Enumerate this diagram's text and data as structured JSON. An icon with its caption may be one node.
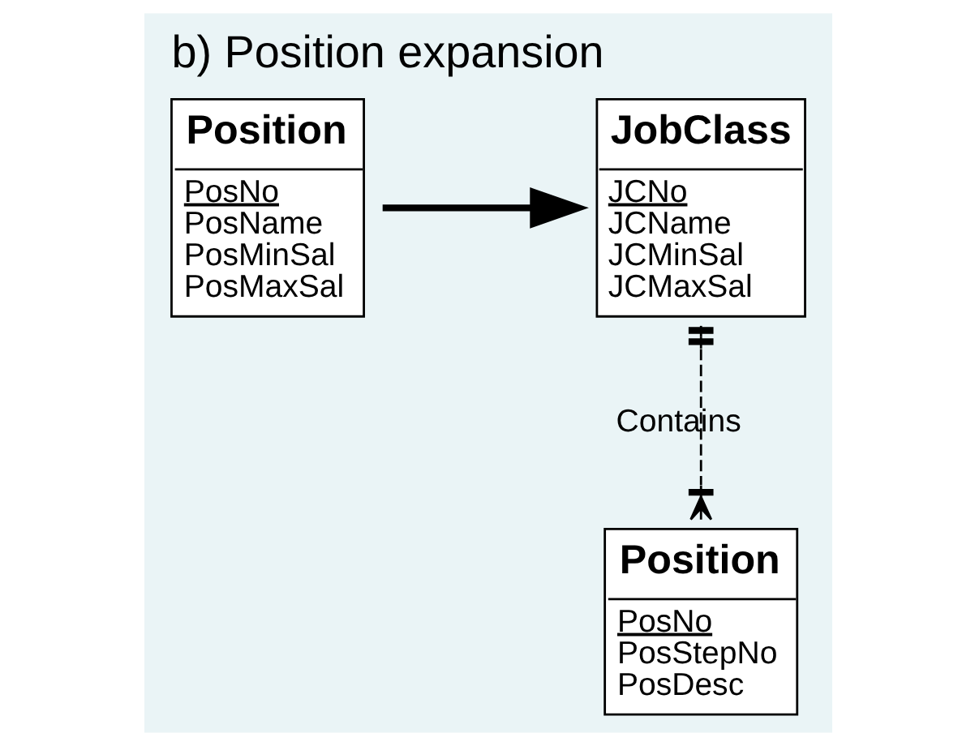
{
  "diagram": {
    "title": "b) Position expansion",
    "nodes": [
      {
        "text": [
          "Position",
          "PosNo",
          "PosName",
          "PosMinSal",
          "PosMaxSal"
        ]
      },
      {
        "text": [
          "JobClass",
          "JCNo",
          "JCName",
          "JCMinSal",
          "JCMaxSal"
        ]
      },
      {
        "text": [
          "Position",
          "PosNo",
          "PosStepNo",
          "PosDesc"
        ]
      }
    ],
    "edges": [
      {
        "from": 0,
        "to": 1,
        "arrow": "to",
        "style": "thick"
      },
      {
        "from": 1,
        "to": 2,
        "arrow": "other",
        "style": "dashed",
        "label": "Contains"
      }
    ]
  }
}
